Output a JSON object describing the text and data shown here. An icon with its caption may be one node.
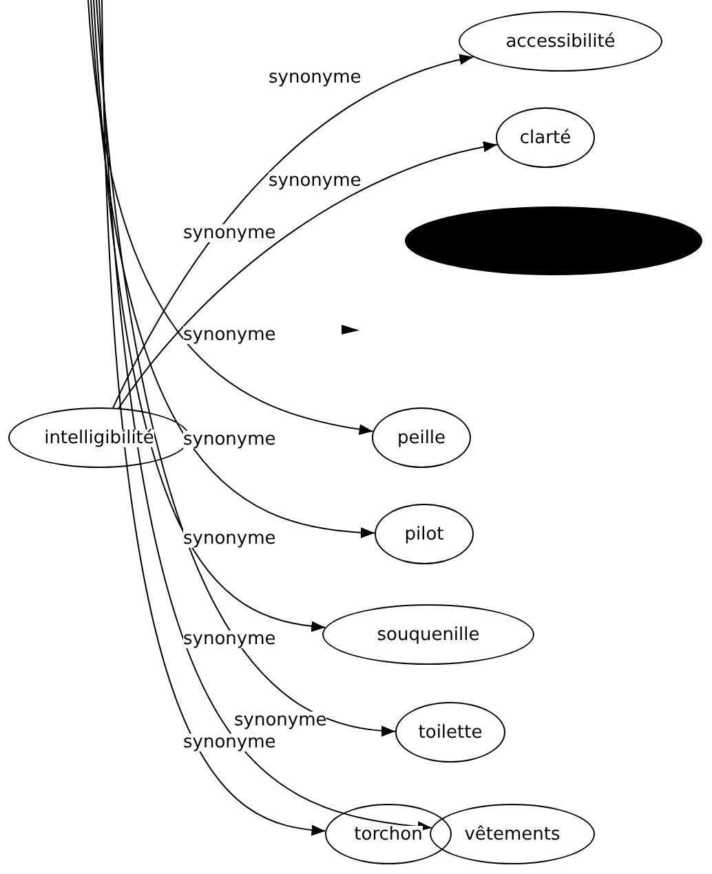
{
  "diagram": {
    "nodes": [
      {
        "text": [
          "intelligibilité"
        ]
      },
      {
        "text": [
          "accessibilité"
        ]
      },
      {
        "text": [
          "clarté"
        ]
      },
      {
        "text": [],
        "shape": "ellipse"
      },
      {
        "text": [
          "peille"
        ]
      },
      {
        "text": [
          "pilot"
        ]
      },
      {
        "text": [
          "souquenille"
        ]
      },
      {
        "text": [
          "toilette"
        ]
      },
      {
        "text": [
          "torchon"
        ]
      },
      {
        "text": [
          "vêtements"
        ]
      }
    ],
    "edges": [
      {
        "from": 0,
        "to": 1,
        "arrow": "to",
        "label": "synonyme"
      },
      {
        "from": 0,
        "to": 2,
        "arrow": "to",
        "label": "synonyme"
      },
      {
        "from": null,
        "to": 4,
        "arrow": "to",
        "label": "synonyme"
      },
      {
        "from": null,
        "to": 5,
        "arrow": "to",
        "label": "synonyme"
      },
      {
        "from": null,
        "to": 6,
        "arrow": "to",
        "label": "synonyme"
      },
      {
        "from": null,
        "to": 7,
        "arrow": "to",
        "label": "synonyme"
      },
      {
        "from": null,
        "to": 9,
        "arrow": "to",
        "label": "synonyme"
      },
      {
        "from": null,
        "to": 8,
        "arrow": "to",
        "label": "synonyme"
      }
    ],
    "labels": [
      "synonyme"
    ]
  }
}
